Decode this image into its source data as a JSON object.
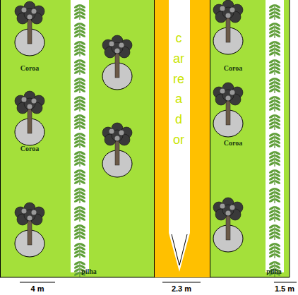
{
  "diagram": {
    "nodes": [
      {
        "text": [
          "carreador"
        ]
      }
    ],
    "labels": [
      "Coroa",
      "Coroa",
      "Coroa",
      "Coroa",
      "pilha",
      "pilha",
      "4 m",
      "2.3 m",
      "1.5 m"
    ]
  }
}
